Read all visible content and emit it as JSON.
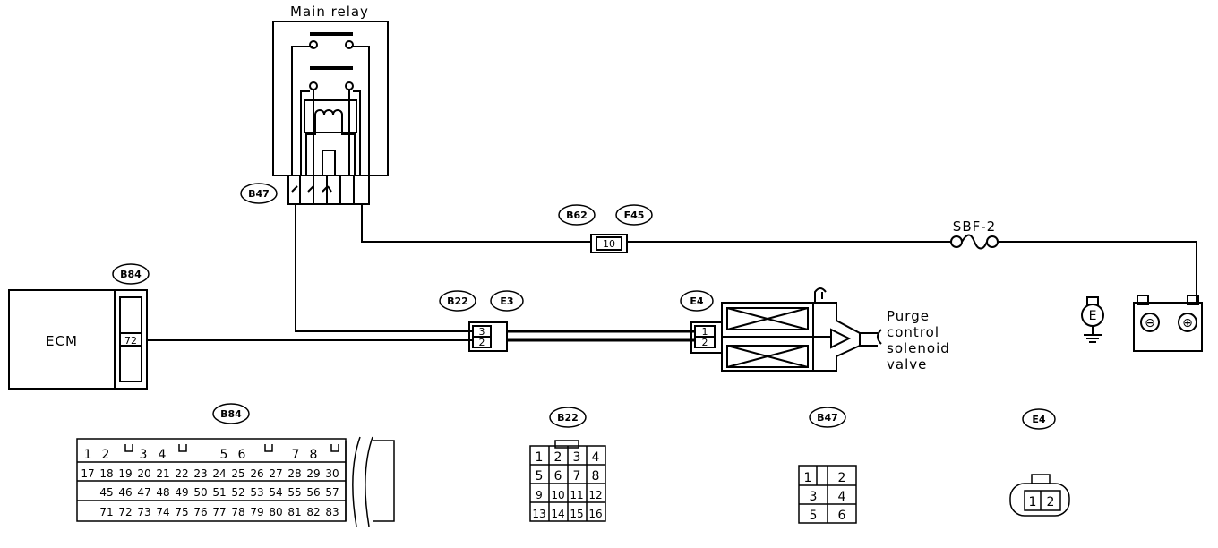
{
  "labels": {
    "main_relay": "Main relay",
    "ecm": "ECM",
    "sbf": "SBF-2",
    "purge": [
      "Purge",
      "control",
      "solenoid",
      "valve"
    ],
    "ground": "E",
    "battery_neg": "⊖",
    "battery_pos": "⊕"
  },
  "connectors": {
    "b47": "B47",
    "b84": "B84",
    "b22": "B22",
    "e3": "E3",
    "e4": "E4",
    "b62": "B62",
    "f45": "F45"
  },
  "pins": {
    "ecm_72": "72",
    "b62_10": "10",
    "b22_3": "3",
    "b22_2": "2",
    "e4_1": "1",
    "e4_2": "2"
  },
  "faces": {
    "b84": {
      "label": "B84",
      "top": [
        "1",
        "2",
        "3",
        "4",
        "5",
        "6",
        "7",
        "8"
      ],
      "rows": [
        [
          "17",
          "18",
          "19",
          "20",
          "21",
          "22",
          "23",
          "24",
          "25",
          "26",
          "27",
          "28",
          "29",
          "30"
        ],
        [
          "45",
          "46",
          "47",
          "48",
          "49",
          "50",
          "51",
          "52",
          "53",
          "54",
          "55",
          "56",
          "57"
        ],
        [
          "71",
          "72",
          "73",
          "74",
          "75",
          "76",
          "77",
          "78",
          "79",
          "80",
          "81",
          "82",
          "83"
        ]
      ]
    },
    "b22": {
      "label": "B22",
      "rows": [
        [
          "1",
          "2",
          "3",
          "4"
        ],
        [
          "5",
          "6",
          "7",
          "8"
        ],
        [
          "9",
          "10",
          "11",
          "12"
        ],
        [
          "13",
          "14",
          "15",
          "16"
        ]
      ]
    },
    "b47": {
      "label": "B47",
      "rows": [
        [
          "1",
          "",
          "2"
        ],
        [
          "3",
          "4"
        ],
        [
          "5",
          "6"
        ]
      ]
    },
    "e4": {
      "label": "E4",
      "pins": [
        "1",
        "2"
      ]
    }
  }
}
